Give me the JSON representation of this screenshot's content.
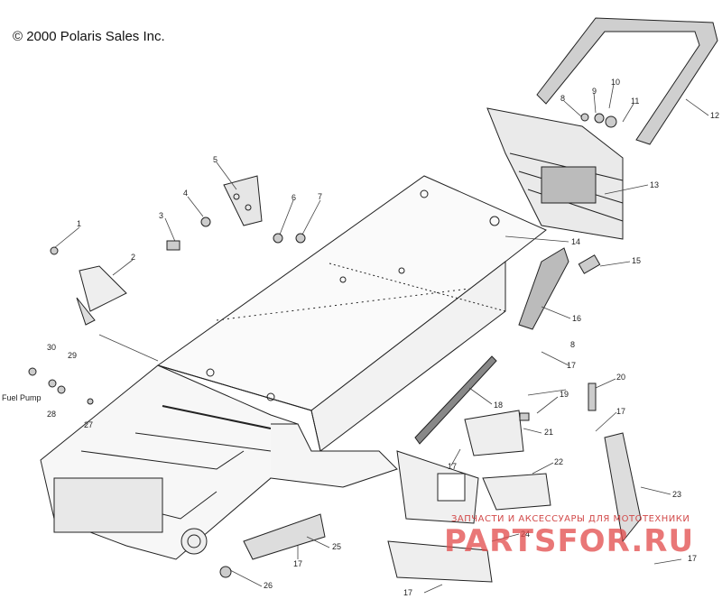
{
  "copyright": "© 2000 Polaris Sales Inc.",
  "side_label": "Fuel Pump",
  "callouts": {
    "c1": "1",
    "c2": "2",
    "c3": "3",
    "c4": "4",
    "c5": "5",
    "c6": "6",
    "c7": "7",
    "c8_top": "8",
    "c9": "9",
    "c10": "10",
    "c11": "11",
    "c12": "12",
    "c13": "13",
    "c14": "14",
    "c15": "15",
    "c16": "16",
    "c8_mid": "8",
    "c17_a": "17",
    "c18": "18",
    "c19": "19",
    "c20": "20",
    "c17_b": "17",
    "c21": "21",
    "c17_c": "17",
    "c22": "22",
    "c23": "23",
    "c24": "24",
    "c25": "25",
    "c17_d": "17",
    "c26": "26",
    "c17_e": "17",
    "c17_f": "17",
    "c30": "30",
    "c29": "29",
    "c28": "28",
    "c27": "27"
  },
  "watermark": {
    "line": "ЗАПЧАСТИ И АКСЕССУАРЫ ДЛЯ МОТОТЕХНИКИ",
    "logo": "PARTSFOR.RU"
  },
  "colors": {
    "ink": "#222222",
    "watermark": "#e24a4a"
  }
}
